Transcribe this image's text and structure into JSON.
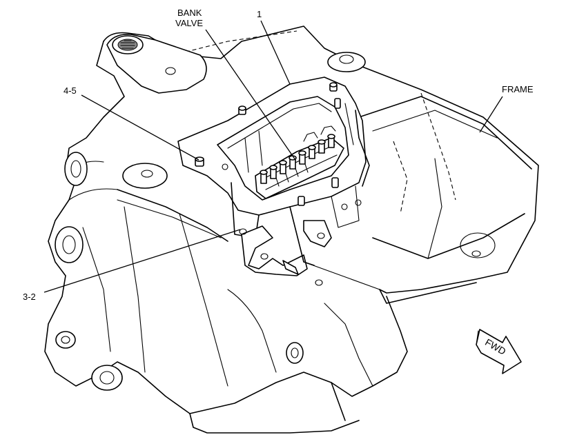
{
  "callouts": {
    "bank_valve_line1": "BANK",
    "bank_valve_line2": "VALVE",
    "item_1": "1",
    "frame": "FRAME",
    "item_4_5": "4-5",
    "item_3_2": "3-2"
  },
  "fwd_arrow": {
    "label": "FWD"
  }
}
